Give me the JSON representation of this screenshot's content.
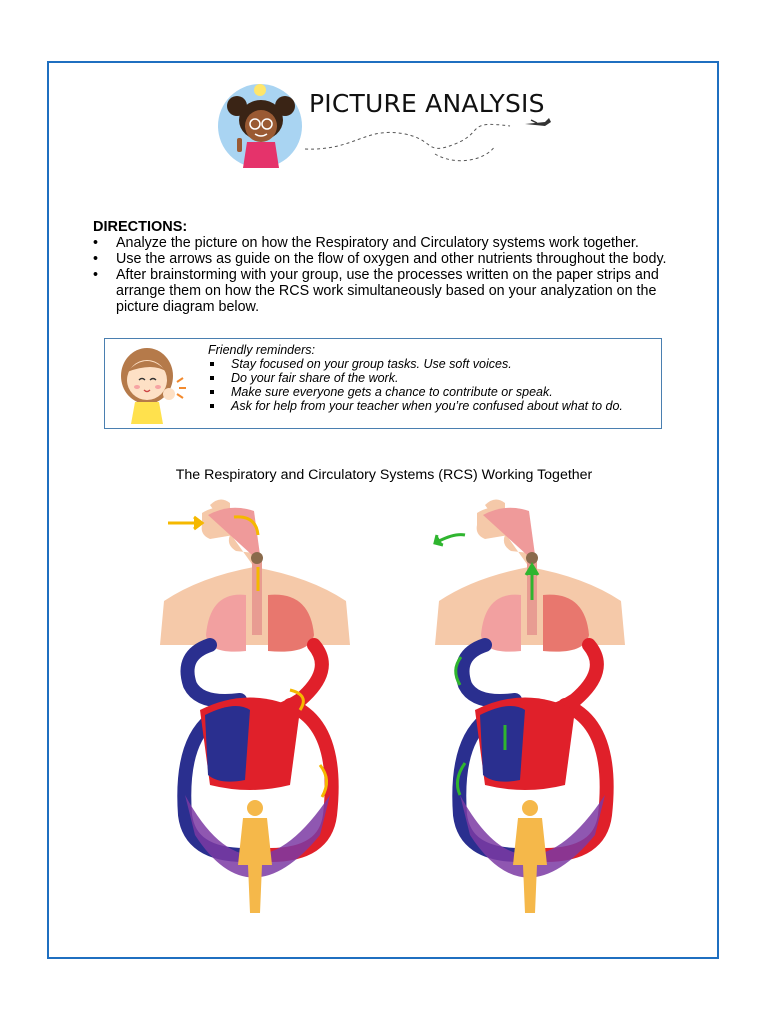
{
  "header": {
    "title": "PICTURE ANALYSIS"
  },
  "directions": {
    "label": "DIRECTIONS:",
    "items": [
      "Analyze the picture on how the Respiratory and Circulatory systems work together.",
      "Use the arrows as guide on the flow of oxygen and other nutrients throughout the body.",
      "After brainstorming with your group, use the processes written on the paper strips and arrange them on how the RCS work simultaneously based on your analyzation on the picture diagram below."
    ]
  },
  "reminders": {
    "heading": "Friendly reminders:",
    "items": [
      "Stay focused on your group tasks. Use soft voices.",
      "Do your fair share of the work.",
      "Make sure everyone gets a chance to contribute or speak.",
      "Ask for help from your teacher when you’re confused about what to do."
    ]
  },
  "diagram": {
    "title": "The Respiratory and Circulatory Systems (RCS) Working Together"
  },
  "colors": {
    "frame": "#1f6fc0",
    "oxygenated": "#e0202a",
    "deoxygenated": "#2a2f8f",
    "inhale_arrow": "#f5b800",
    "exhale_arrow": "#2fb52f",
    "skin": "#f5c9a9",
    "body": "#f5b84a"
  },
  "icons": [
    "girl-with-lightbulb-illustration",
    "airplane-icon",
    "thinking-girl-illustration"
  ]
}
